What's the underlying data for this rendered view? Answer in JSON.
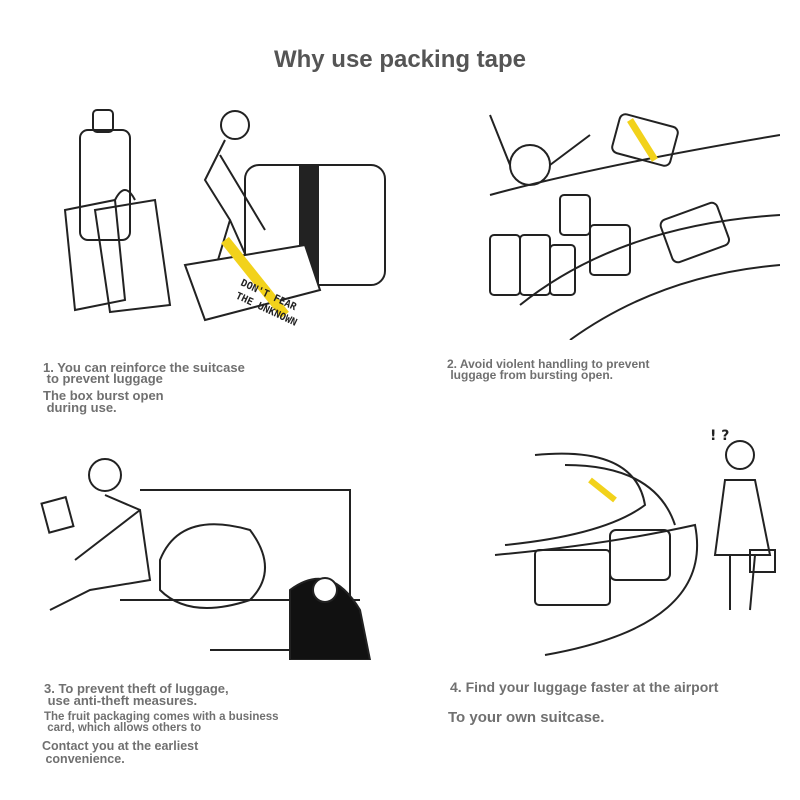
{
  "title": "Why use packing tape",
  "panels": [
    {
      "lines": [
        "1. You can reinforce the suitcase",
        " to prevent luggage",
        "The box burst open",
        " during use."
      ],
      "art_text": [
        "DON'T FEAR",
        "THE UNKNOWN"
      ]
    },
    {
      "lines": [
        "2. Avoid violent handling to prevent",
        " luggage from bursting open."
      ]
    },
    {
      "lines": [
        "3. To prevent theft of luggage,",
        " use anti-theft measures.",
        "The fruit packaging comes with a business",
        " card, which allows others to",
        "Contact you at the earliest",
        " convenience."
      ]
    },
    {
      "lines": [
        "4. Find your luggage faster at the airport",
        "To your own suitcase."
      ]
    }
  ],
  "colors": {
    "tape": "#f2d21b",
    "text": "#707070"
  }
}
